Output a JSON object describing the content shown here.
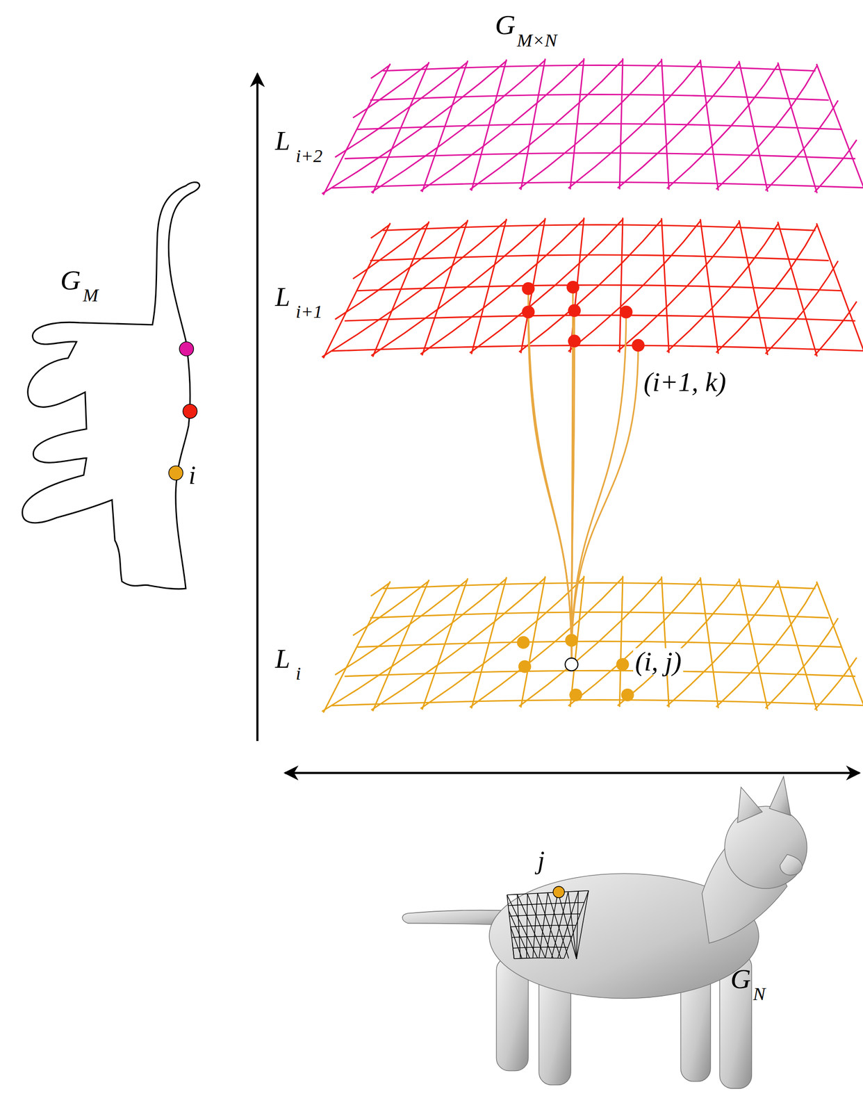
{
  "diagram": {
    "labels": [
      "G",
      "M×N",
      "L",
      "i+2",
      "L",
      "i+1",
      "G",
      "M",
      "i",
      "(i+1, k)",
      "L",
      "i",
      "(i, j)",
      "j",
      "G",
      "N"
    ]
  }
}
